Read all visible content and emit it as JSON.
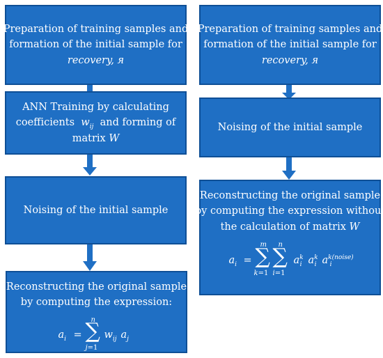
{
  "left": {
    "box1": {
      "lines": [
        "Preparation of training samples and",
        "formation of the initial sample for",
        "recovery, я"
      ]
    },
    "box2": {
      "line1": "ANN Training by calculating",
      "line2_a": "coefficients",
      "line2_b": "and forming of",
      "line3_a": "matrix",
      "w_sym": "w",
      "w_sub": "ij",
      "W": "W"
    },
    "box3": {
      "text": "Noising of the initial sample"
    },
    "box4": {
      "lines": [
        "Reconstructing the original sample",
        "by computing the expression:"
      ],
      "formula": {
        "lhs_var": "a",
        "lhs_sub": "i",
        "eq": "=",
        "sum_top": "n",
        "sum_bottom_var": "j",
        "sum_bottom_rest": "=1",
        "w": "w",
        "w_sub": "ij",
        "a": "a",
        "a_sub": "j"
      }
    }
  },
  "right": {
    "box1": {
      "lines": [
        "Preparation of training samples and",
        "formation of the initial sample for",
        "recovery, я"
      ]
    },
    "box2": {
      "text": "Noising of the initial sample"
    },
    "box3": {
      "lines": [
        "Reconstructing the original sample",
        "by computing the expression without"
      ],
      "line3_a": "the calculation of matrix",
      "W": "W",
      "formula": {
        "lhs_var": "a",
        "lhs_sub": "i",
        "eq": "=",
        "sum1_top": "m",
        "sum1_bottom_var": "k",
        "sum1_bottom_rest": "=1",
        "sum2_top": "n",
        "sum2_bottom_var": "i",
        "sum2_bottom_rest": "=1",
        "t1": "a",
        "t1_sup": "k",
        "t1_sub": "i",
        "t2": "a",
        "t2_sup": "k",
        "t2_sub": "i",
        "t3": "a",
        "t3_sup": "k(noise)",
        "t3_sub": "i"
      }
    }
  },
  "colors": {
    "box_fill": "#1f6fc4",
    "box_border": "#0e4f96",
    "arrow": "#1f6fc4",
    "text": "#ffffff"
  }
}
